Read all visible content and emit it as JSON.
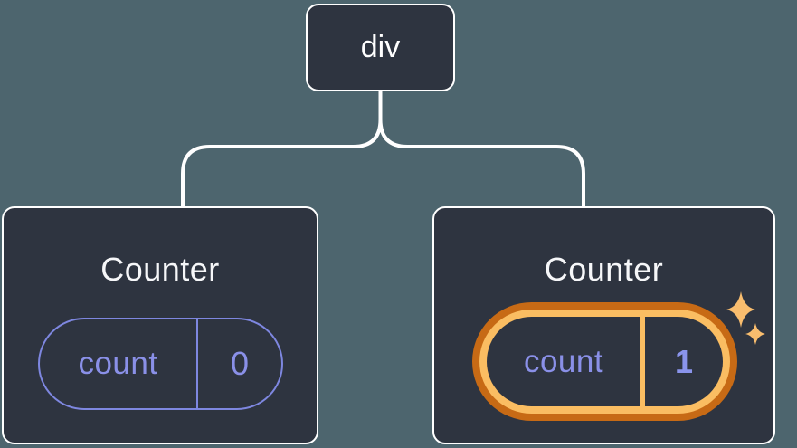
{
  "diagram": {
    "type": "component-tree",
    "root": {
      "label": "div"
    },
    "children": [
      {
        "title": "Counter",
        "state": {
          "key": "count",
          "value": "0"
        },
        "highlighted": false
      },
      {
        "title": "Counter",
        "state": {
          "key": "count",
          "value": "1"
        },
        "highlighted": true,
        "badge": "sparkles"
      }
    ]
  },
  "colors": {
    "background": "#4D656E",
    "node_fill": "#2E3440",
    "node_border": "#FFFFFF",
    "connector": "#FFFFFF",
    "state_purple": "#8A90E8",
    "state_purple_bold": "#8A94EC",
    "pill_border_purple": "#7E87E0",
    "highlight_orange_dark": "#C76A15",
    "highlight_orange_light": "#FABD62",
    "sparkle": "#F9BD6E",
    "title_text": "#F6F7F9"
  }
}
